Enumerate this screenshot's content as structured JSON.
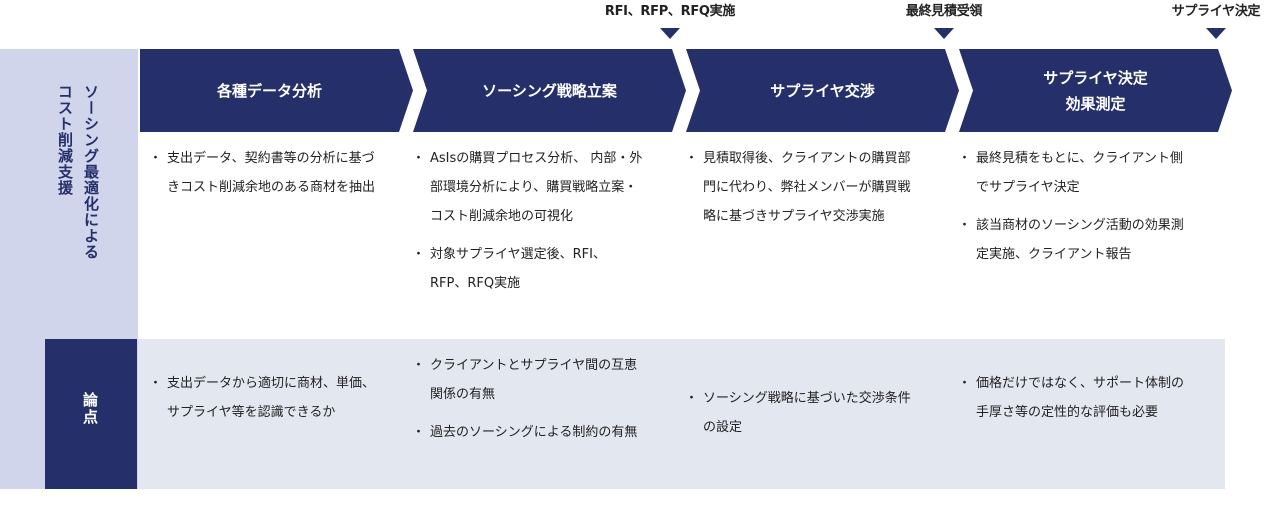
{
  "milestones": [
    {
      "label": "RFI、RFP、RFQ実施"
    },
    {
      "label": "最終見積受領"
    },
    {
      "label": "サプライヤ決定"
    }
  ],
  "left_title": "ソーシング最適化による\nコスト削減支援",
  "issues_label": "論点",
  "phases": [
    {
      "title": "各種データ分析"
    },
    {
      "title": "ソーシング戦略立案"
    },
    {
      "title": "サプライヤ交渉"
    },
    {
      "title": "サプライヤ決定\n効果測定"
    }
  ],
  "activities": [
    [
      "支出データ、契約書等の分析に基づきコスト削減余地のある商材を抽出"
    ],
    [
      "AsIsの購買プロセス分析、 内部・外部環境分析により、購買戦略立案・コスト削減余地の可視化",
      "対象サプライヤ選定後、RFI、RFP、RFQ実施"
    ],
    [
      "見積取得後、クライアントの購買部門に代わり、弊社メンバーが購買戦略に基づきサプライヤ交渉実施"
    ],
    [
      "最終見積をもとに、クライアント側でサプライヤ決定",
      "該当商材のソーシング活動の効果測定実施、クライアント報告"
    ]
  ],
  "issues": [
    [
      "支出データから適切に商材、単価、サプライヤ等を認識できるか"
    ],
    [
      "クライアントとサプライヤ間の互恵関係の有無",
      "過去のソーシングによる制約の有無"
    ],
    [
      "ソーシング戦略に基づいた交渉条件の設定"
    ],
    [
      "価格だけではなく、サポート体制の手厚さ等の定性的な評価も必要"
    ]
  ],
  "colors": {
    "navy": "#25306b",
    "light_band": "#d0d5ec",
    "issues_bg": "#e3e7ef"
  }
}
